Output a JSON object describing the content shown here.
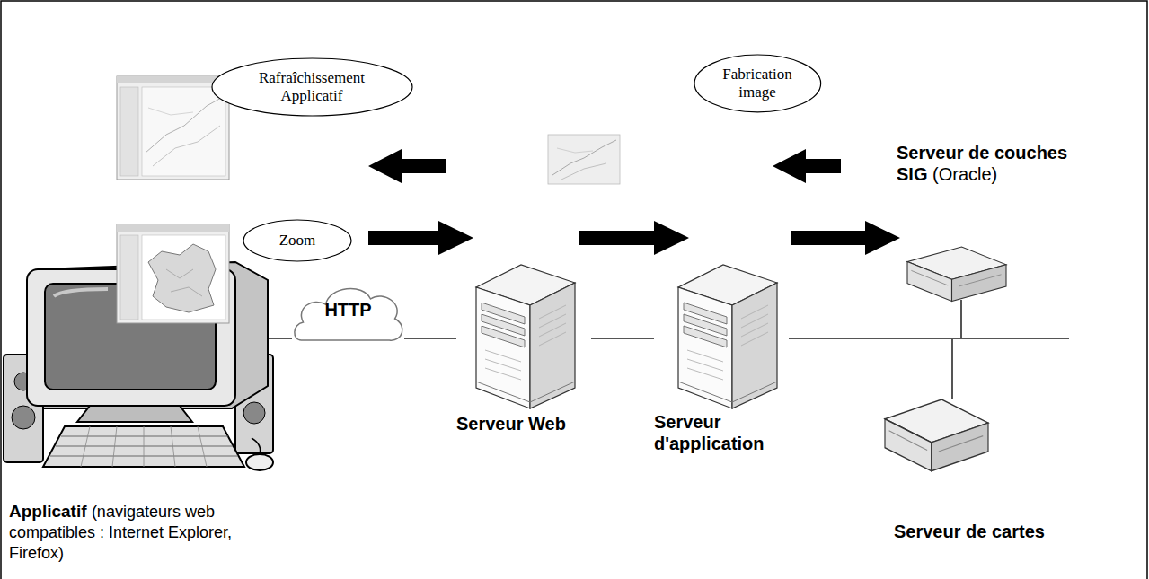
{
  "diagram": {
    "nodes": [
      {
        "text": [
          "Rafraîchissement Applicatif"
        ]
      },
      {
        "text": [
          "Fabrication image"
        ]
      },
      {
        "text": [
          "Serveur de couches SIG",
          "(Oracle)"
        ]
      },
      {
        "text": [
          "Zoom"
        ]
      },
      {
        "text": [
          "HTTP"
        ]
      },
      {
        "text": [
          "Serveur Web"
        ]
      },
      {
        "text": [
          "Serveur d'application"
        ]
      },
      {
        "text": [
          "Applicatif",
          "(navigateurs web compatibles : Internet Explorer, Firefox)"
        ]
      },
      {
        "text": [
          "Serveur de cartes"
        ]
      }
    ],
    "edges": [
      {
        "from": 7,
        "to": 4,
        "arrow": "none"
      },
      {
        "from": 4,
        "to": 5,
        "arrow": "none"
      },
      {
        "from": 5,
        "to": 6,
        "arrow": "none"
      },
      {
        "from": 6,
        "to": 2,
        "arrow": "none"
      },
      {
        "from": 6,
        "to": 8,
        "arrow": "none"
      }
    ]
  }
}
